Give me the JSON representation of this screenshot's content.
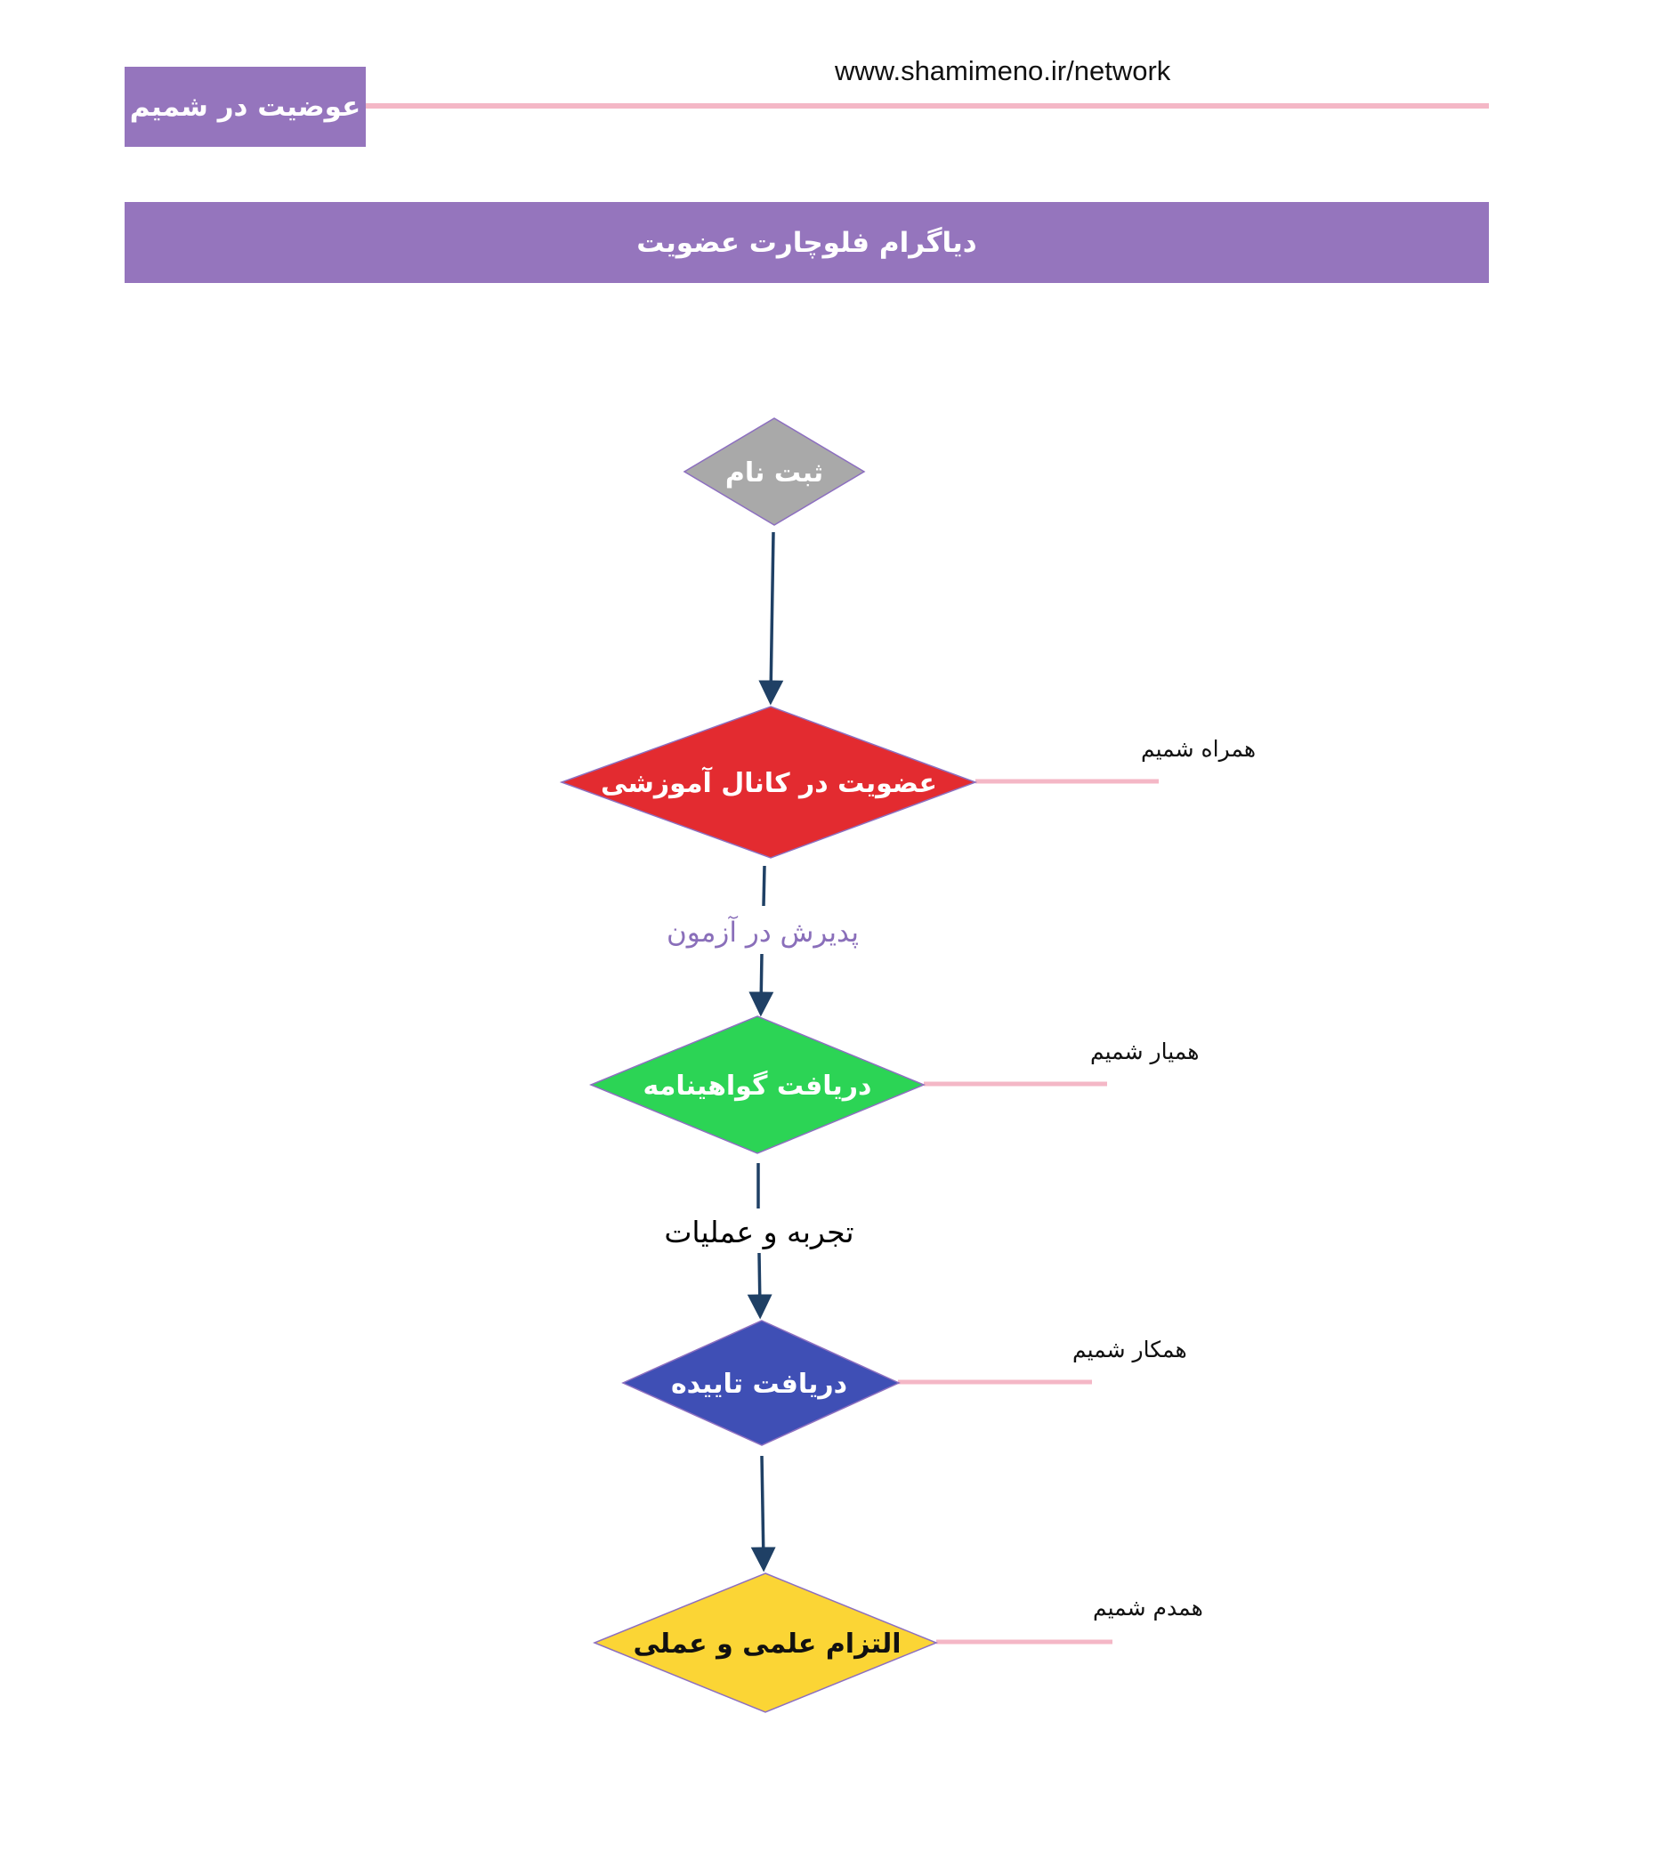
{
  "header": {
    "badge": "عوضیت در شمیم",
    "url": "www.shamimeno.ir/network"
  },
  "banner": {
    "title": "دیاگرام فلوچارت عضویت"
  },
  "colors": {
    "accent": "#9575bd",
    "line_pink": "#f4b7c6",
    "arrow": "#1f4065",
    "register": "#a9a9a9",
    "channel": "#e32b30",
    "certificate": "#2cd455",
    "approval": "#3f4fb5",
    "commitment": "#fbd535"
  },
  "flow": {
    "nodes": [
      {
        "id": "register",
        "label": "ثبت نام",
        "fill": "#a9a9a9",
        "text_color": "#ffffff",
        "role": ""
      },
      {
        "id": "channel",
        "label": "عضویت در کانال آموزشی",
        "fill": "#e32b30",
        "text_color": "#ffffff",
        "role": "همراه شمیم"
      },
      {
        "id": "certificate",
        "label": "دریافت  گواهینامه",
        "fill": "#2cd455",
        "text_color": "#ffffff",
        "role": "همیار شمیم"
      },
      {
        "id": "approval",
        "label": "دریافت تاییده",
        "fill": "#3f4fb5",
        "text_color": "#ffffff",
        "role": "همکار شمیم"
      },
      {
        "id": "commitment",
        "label": "التزام علمی و عملی",
        "fill": "#fbd535",
        "text_color": "#111111",
        "role": "همدم شمیم"
      }
    ],
    "edges": [
      {
        "from": "register",
        "to": "channel",
        "label": ""
      },
      {
        "from": "channel",
        "to": "certificate",
        "label": "پدیرش در آزمون"
      },
      {
        "from": "certificate",
        "to": "approval",
        "label": "تجربه و عملیات"
      },
      {
        "from": "approval",
        "to": "commitment",
        "label": ""
      }
    ]
  }
}
